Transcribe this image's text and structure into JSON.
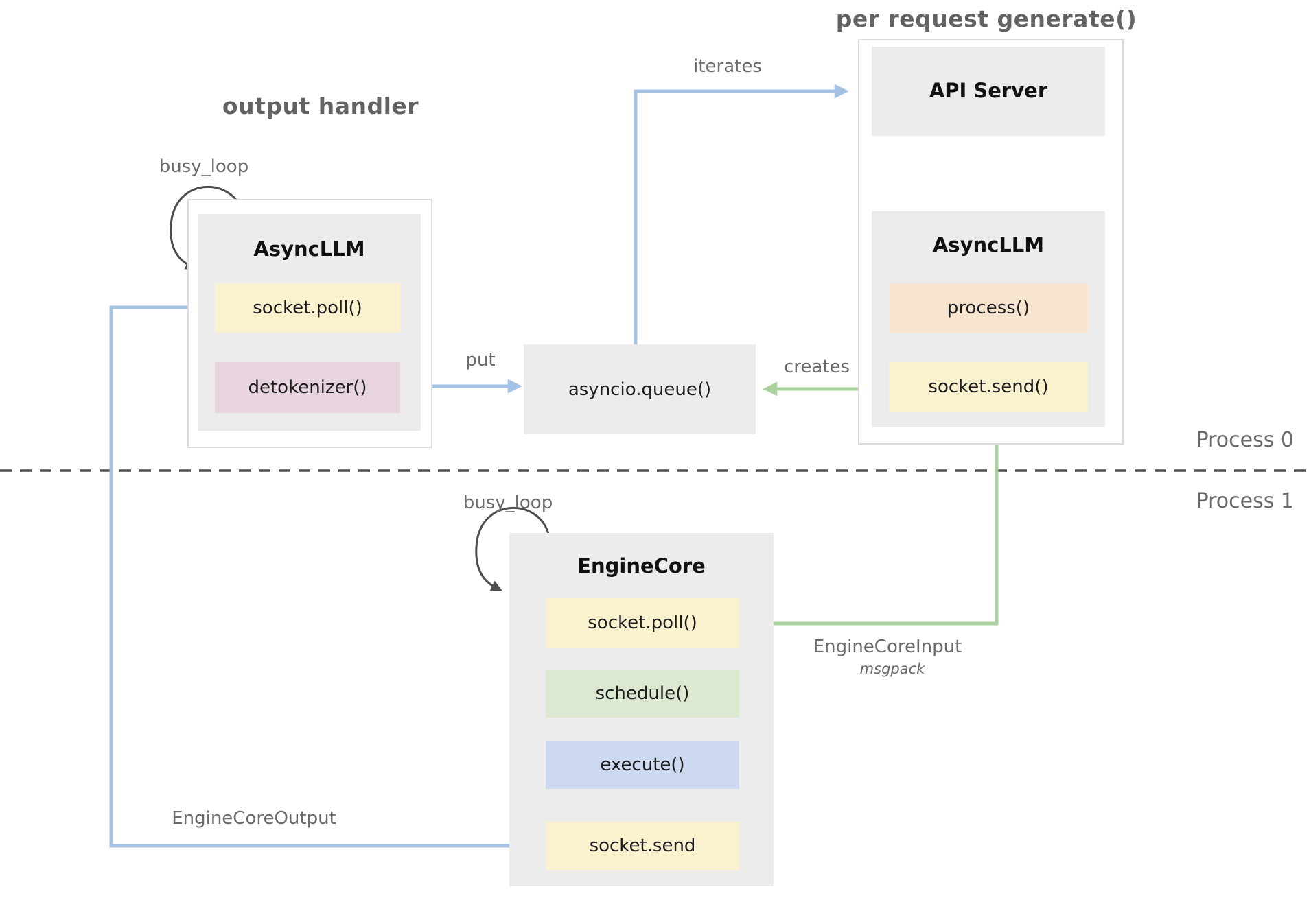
{
  "header": {
    "output_handler_title": "output handler",
    "per_request_title": "per request generate()"
  },
  "process_boundary": {
    "process0": "Process 0",
    "process1": "Process 1"
  },
  "output_handler": {
    "busy_loop": "busy_loop",
    "title": "AsyncLLM",
    "methods": [
      {
        "name": "socket.poll()",
        "color": "#faf1cf"
      },
      {
        "name": "detokenizer()",
        "color": "#e7d4de"
      }
    ]
  },
  "per_request": {
    "api_server": "API Server",
    "asyncllm": "AsyncLLM",
    "methods": [
      {
        "name": "process()",
        "color": "#f8e5d0"
      },
      {
        "name": "socket.send()",
        "color": "#faf1cf"
      }
    ]
  },
  "queue": {
    "label": "asyncio.queue()"
  },
  "engine_core": {
    "busy_loop": "busy_loop",
    "title": "EngineCore",
    "methods": [
      {
        "name": "socket.poll()",
        "color": "#faf1cf"
      },
      {
        "name": "schedule()",
        "color": "#dce8d0"
      },
      {
        "name": "execute()",
        "color": "#ccd9f0"
      },
      {
        "name": "socket.send",
        "color": "#faf1cf"
      }
    ]
  },
  "edge_labels": {
    "iterates": "iterates",
    "put": "put",
    "creates": "creates",
    "input": "EngineCoreInput",
    "input_format": "msgpack",
    "output": "EngineCoreOutput"
  },
  "colors": {
    "arrow_blue": "#a4c2e4",
    "arrow_green": "#abd19e",
    "arrow_dark": "#4d4d4d",
    "panel_gray": "#ececec",
    "container_border": "#dcdcdc",
    "label_gray": "#6a6a6a",
    "title_gray": "#636363"
  }
}
